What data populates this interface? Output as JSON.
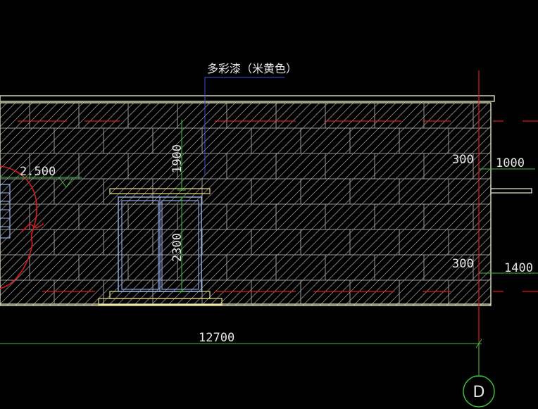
{
  "drawing": {
    "note_label": "多彩漆（米黄色）",
    "dimensions": {
      "height_1900": "1900",
      "height_2300": "2300",
      "level_2500": "2.500",
      "offset_300_upper": "300",
      "offset_300_lower": "300",
      "width_1000": "1000",
      "width_1400": "1400",
      "total_12700": "12700"
    },
    "axis_marker": "D"
  },
  "colors": {
    "background": "#000000",
    "wall_outline": "#f4f0c8",
    "hatch": "#a8a8a8",
    "dimension_line": "#36c436",
    "axis_red": "#e01818",
    "leader_blue": "#3b4fd6",
    "door_blue": "#98b4f0",
    "sill_yellow": "#e8e078",
    "text": "#e6e6e6"
  },
  "icons": {
    "axis_bubble": "axis-bubble-icon"
  }
}
